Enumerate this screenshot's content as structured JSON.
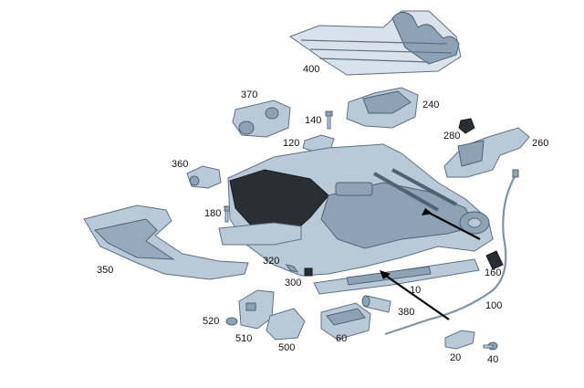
{
  "labels": {
    "p10": "10",
    "p20": "20",
    "p40": "40",
    "p60": "60",
    "p100": "100",
    "p120": "120",
    "p140": "140",
    "p160": "160",
    "p180": "180",
    "p240": "240",
    "p260": "260",
    "p280": "280",
    "p300": "300",
    "p320": "320",
    "p350": "350",
    "p360": "360",
    "p370": "370",
    "p380": "380",
    "p400": "400",
    "p500": "500",
    "p510": "510",
    "p520": "520"
  },
  "colors": {
    "metal": "#b9c9d8",
    "metal_shadow": "#8ea2b6",
    "outline": "#5d7184",
    "black_part": "#2a2f35",
    "text": "#111111"
  }
}
